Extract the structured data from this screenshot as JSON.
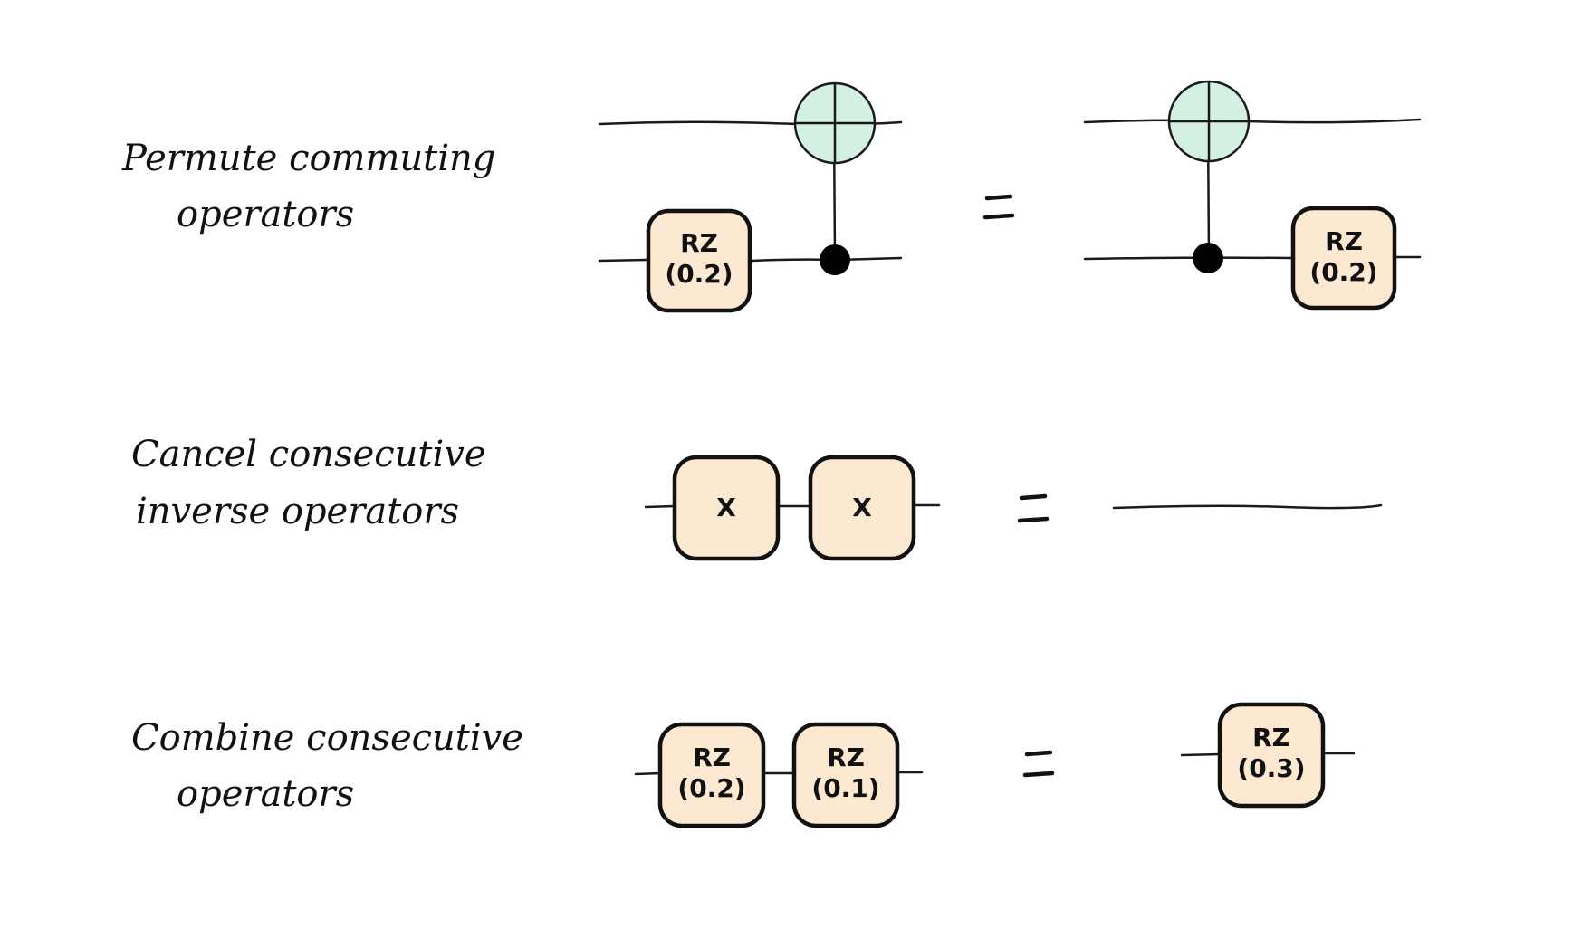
{
  "rules": [
    {
      "label_lines": [
        "Permute commuting",
        "operators"
      ],
      "lhs": {
        "rz_gate": [
          "RZ",
          "(0.2)"
        ]
      },
      "rhs": {
        "rz_gate": [
          "RZ",
          "(0.2)"
        ]
      }
    },
    {
      "label_lines": [
        "Cancel consecutive",
        "inverse operators"
      ],
      "lhs": {
        "gates": [
          "X",
          "X"
        ]
      },
      "rhs": {
        "gates": []
      }
    },
    {
      "label_lines": [
        "Combine consecutive",
        "operators"
      ],
      "lhs": {
        "gates": [
          [
            "RZ",
            "(0.2)"
          ],
          [
            "RZ",
            "(0.1)"
          ]
        ]
      },
      "rhs": {
        "gates": [
          [
            "RZ",
            "(0.3)"
          ]
        ]
      }
    }
  ],
  "colors": {
    "gate_fill": "#fde9d1",
    "target_fill": "#d3f0e2",
    "ink": "#111111"
  }
}
